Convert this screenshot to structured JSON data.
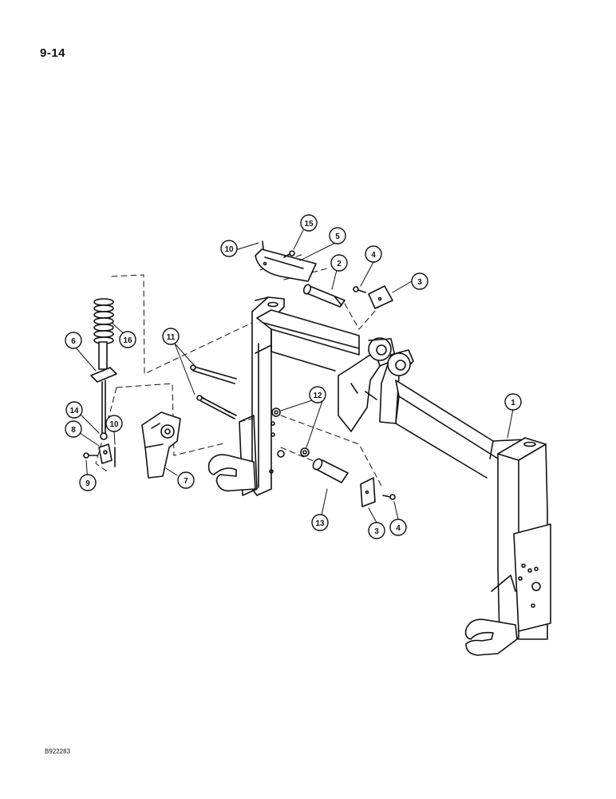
{
  "page": {
    "number": "9-14",
    "figure_code": "B922283"
  },
  "callouts": [
    {
      "id": "1",
      "label": "1"
    },
    {
      "id": "2",
      "label": "2"
    },
    {
      "id": "3a",
      "label": "3"
    },
    {
      "id": "3b",
      "label": "3"
    },
    {
      "id": "4a",
      "label": "4"
    },
    {
      "id": "4b",
      "label": "4"
    },
    {
      "id": "5",
      "label": "5"
    },
    {
      "id": "6",
      "label": "6"
    },
    {
      "id": "7",
      "label": "7"
    },
    {
      "id": "8",
      "label": "8"
    },
    {
      "id": "9",
      "label": "9"
    },
    {
      "id": "10a",
      "label": "10"
    },
    {
      "id": "10b",
      "label": "10"
    },
    {
      "id": "11",
      "label": "11"
    },
    {
      "id": "12",
      "label": "12"
    },
    {
      "id": "13",
      "label": "13"
    },
    {
      "id": "14",
      "label": "14"
    },
    {
      "id": "15",
      "label": "15"
    },
    {
      "id": "16",
      "label": "16"
    }
  ],
  "colors": {
    "line": "#111111",
    "fill": "#ffffff"
  }
}
